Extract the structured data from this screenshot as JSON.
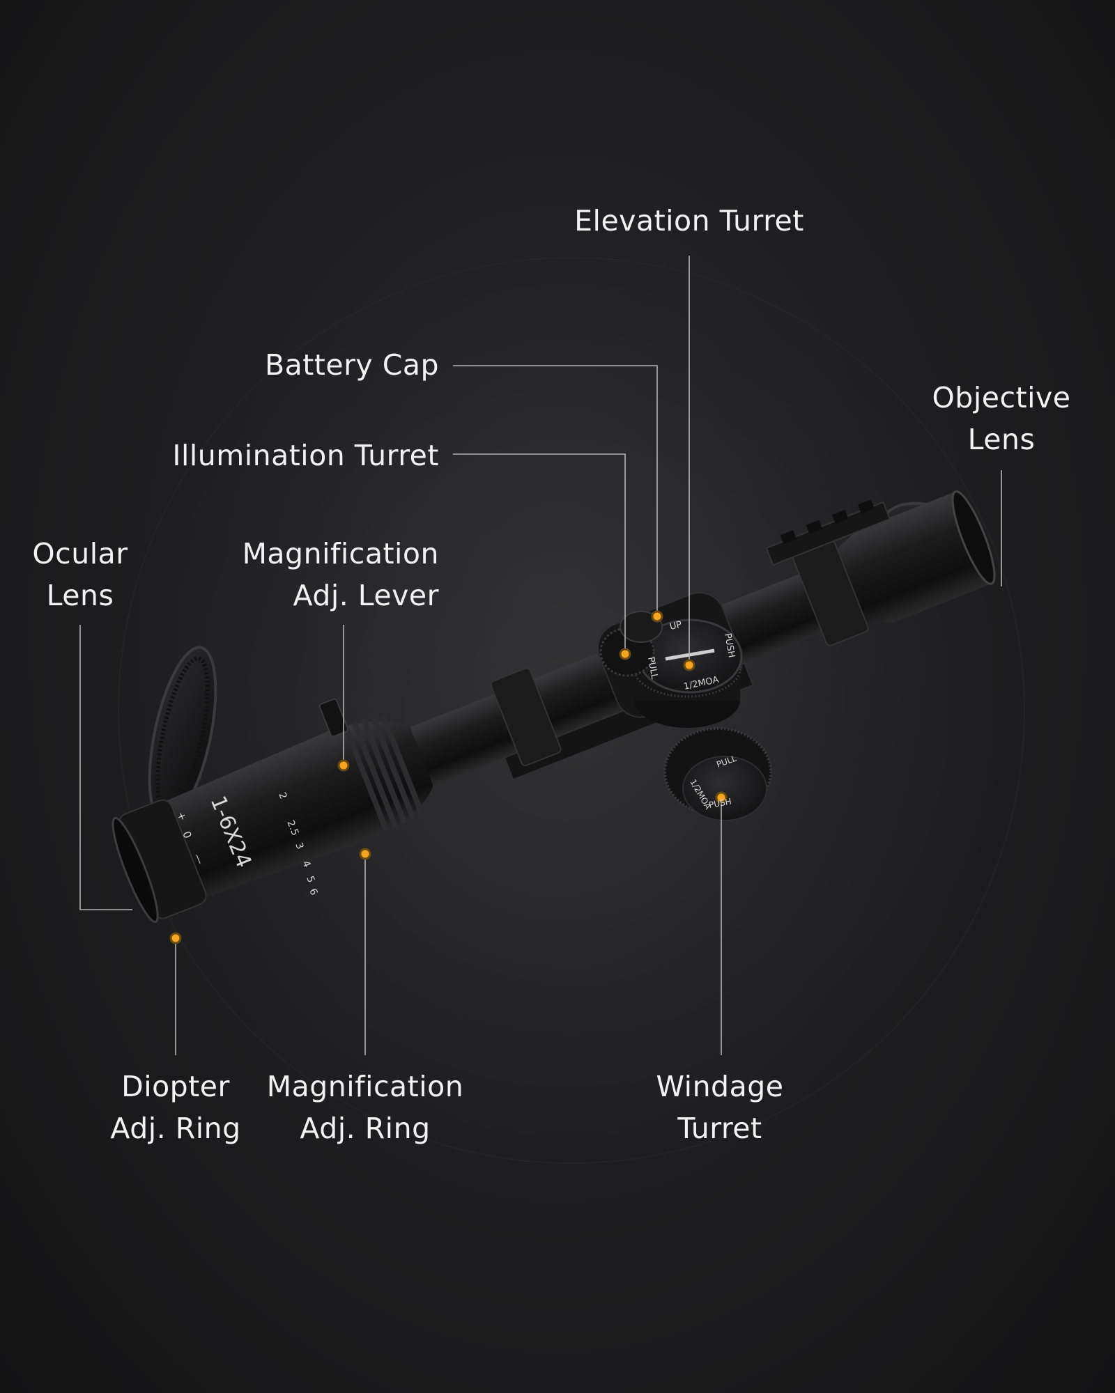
{
  "colors": {
    "background": "#1c1c1e",
    "label_text": "#f2f2f2",
    "leader_line": "#b5b5b5",
    "marker_dot": "#f5a623",
    "scope_body": "#1a1a1a"
  },
  "labels": {
    "elevation_turret": [
      "Elevation Turret"
    ],
    "battery_cap": [
      "Battery Cap"
    ],
    "illumination_turret": [
      "Illumination Turret"
    ],
    "objective_lens": [
      "Objective",
      "Lens"
    ],
    "ocular_lens": [
      "Ocular",
      "Lens"
    ],
    "magnification_lever": [
      "Magnification",
      "Adj. Lever"
    ],
    "diopter_ring": [
      "Diopter",
      "Adj. Ring"
    ],
    "magnification_ring": [
      "Magnification",
      "Adj. Ring"
    ],
    "windage_turret": [
      "Windage",
      "Turret"
    ]
  },
  "scope_markings": {
    "model": "1-6X24",
    "magnification_scale": [
      "2",
      "2.5",
      "3",
      "4",
      "5",
      "6"
    ],
    "diopter_marks": [
      "+",
      "0",
      "—"
    ],
    "elevation_cap": {
      "direction": "UP",
      "pull": "PULL",
      "push": "PUSH",
      "click": "1/2MOA"
    },
    "windage_cap": {
      "pull": "PULL",
      "push": "PUSH",
      "click": "1/2MOA"
    }
  }
}
